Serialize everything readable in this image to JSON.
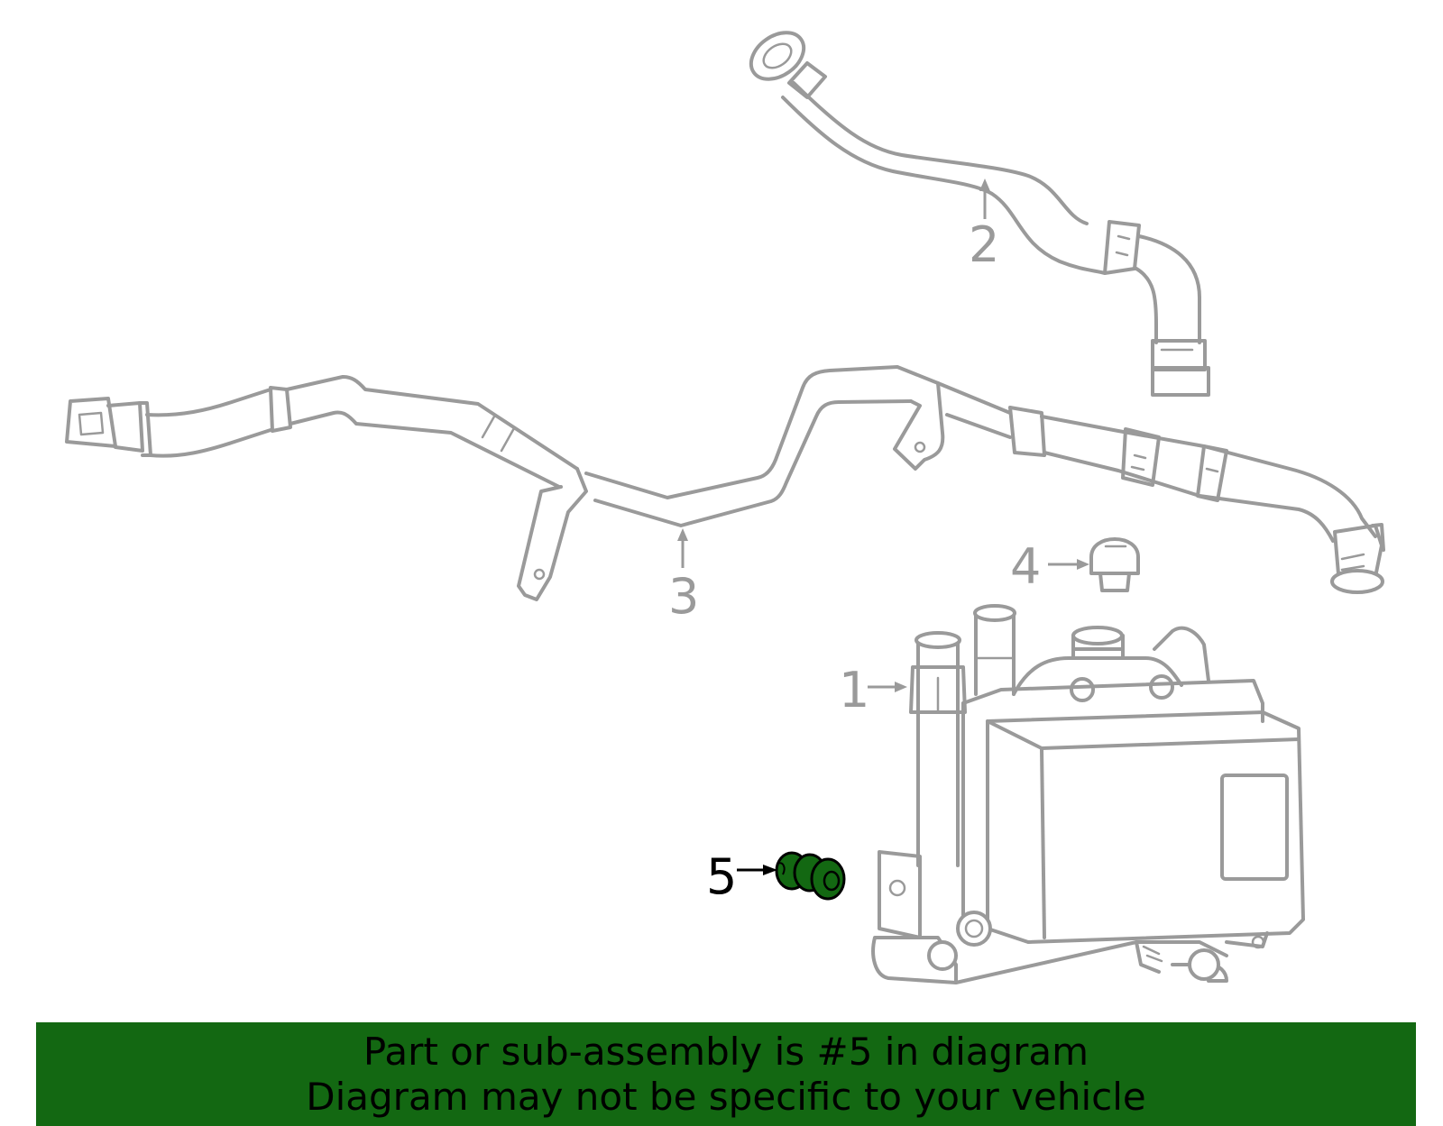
{
  "callouts": {
    "c1": "1",
    "c2": "2",
    "c3": "3",
    "c4": "4",
    "c5": "5"
  },
  "highlighted_part": "5",
  "colors": {
    "highlight": "#136812",
    "outline": "#9a9a9a",
    "banner_background": "#136812",
    "banner_text": "#000000"
  },
  "banner": {
    "line1": "Part or sub-assembly is #5 in diagram",
    "line2": "Diagram may not be specific to your vehicle"
  }
}
